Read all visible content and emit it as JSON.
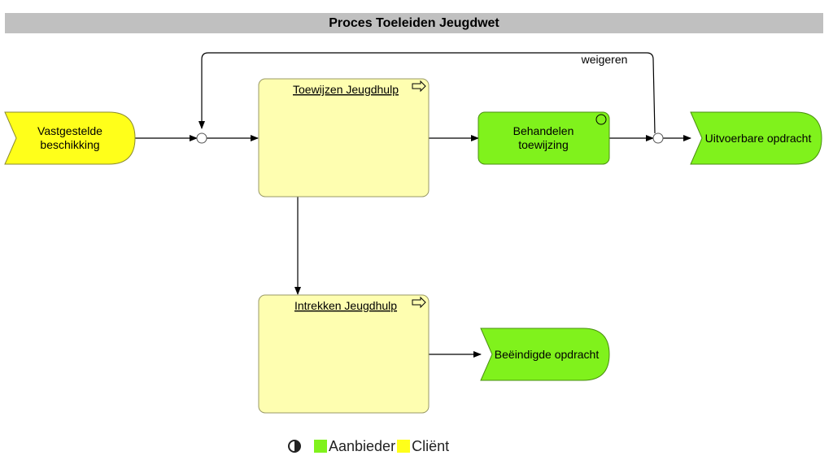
{
  "title": "Proces Toeleiden Jeugdwet",
  "colors": {
    "provider": "#80f21c",
    "client": "#ffff1a",
    "subprocess": "#fefeb0",
    "border": "#333333"
  },
  "nodes": {
    "start_event": {
      "line1": "Vastgestelde",
      "line2": "beschikking",
      "color": "client"
    },
    "sub_assign": {
      "label": "Toewijzen Jeugdhulp",
      "marker_icon": "arrow-right-outline-icon"
    },
    "task_handle": {
      "line1": "Behandelen",
      "line2": "toewijzing",
      "marker_icon": "circle-event-icon"
    },
    "end_executable": {
      "label": "Uitvoerbare opdracht"
    },
    "sub_withdraw": {
      "label": "Intrekken Jeugdhulp",
      "marker_icon": "arrow-right-outline-icon"
    },
    "end_finished": {
      "label": "Beëindigde opdracht"
    }
  },
  "edges": {
    "reject_label": "weigeren"
  },
  "legend": {
    "toggle_icon": "contrast-icon",
    "items": [
      {
        "label": "Aanbieder",
        "color": "#80f21c"
      },
      {
        "label": "Cliënt",
        "color": "#ffff1a"
      }
    ]
  }
}
